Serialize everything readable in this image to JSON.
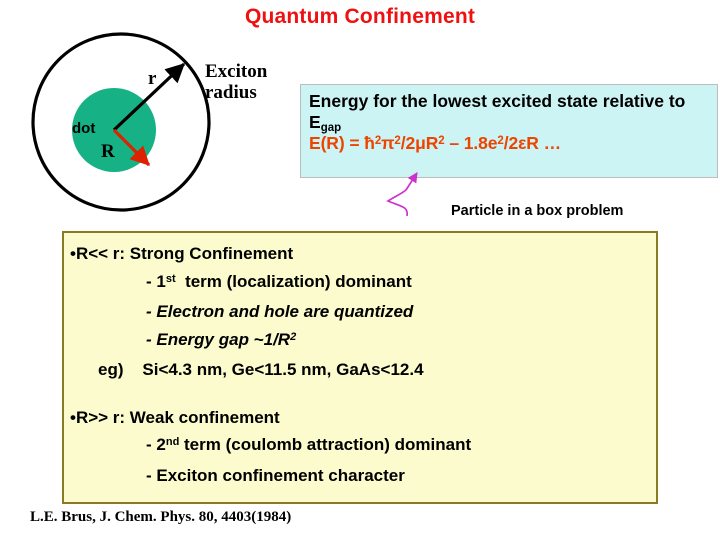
{
  "slide": {
    "title": "Quantum Confinement",
    "citation": "L.E. Brus, J. Chem. Phys. 80, 4403(1984)"
  },
  "colors": {
    "title_red": "#ee1111",
    "dot_green": "#16b184",
    "formula_orange": "#ee4400",
    "energy_box_bg": "#cdf4f5",
    "yellow_box_bg": "#fbfbcd",
    "yellow_box_border": "#8a7a22",
    "radius_arrow_red": "#dd2200",
    "squiggle_magenta": "#cc33cc"
  },
  "diagram": {
    "outer_circle_label": "r",
    "exciton_label_line1": "Exciton",
    "exciton_label_line2": "radius",
    "dot_label": "dot",
    "dot_radius_label": "R"
  },
  "energy_box": {
    "heading_part1": "Energy for the lowest excited state relative to E",
    "heading_sub": "gap",
    "formula": {
      "lhs": "E(R) = ",
      "t1_base": "ħ",
      "t1_sup": "2",
      "t2_base": "π",
      "t2_sup": "2",
      "t3": "/2μR",
      "t3_sup": "2",
      "op": " – ",
      "t4": "1.8e",
      "t4_sup": "2",
      "t5": "/2εR",
      "ellipsis": "  …"
    },
    "formula_plain": "E(R) = ħ2π2/2μR2 – 1.8e2/2εR …"
  },
  "annotation": {
    "particle_note": "Particle in a box problem"
  },
  "yellow_box": {
    "lines": [
      {
        "text": "•R<< r: Strong Confinement",
        "indent": "ind0",
        "italic": false
      },
      {
        "text": "- 1st  term (localization) dominant",
        "indent": "ind2",
        "italic": false
      },
      {
        "text": "- Electron and hole are quantized",
        "indent": "ind2",
        "italic": true
      },
      {
        "text": "- Energy gap ~1/R2",
        "indent": "ind2",
        "italic": true
      },
      {
        "text": "eg)    Si<4.3 nm, Ge<11.5 nm, GaAs<12.4",
        "indent": "ind3",
        "italic": false
      },
      {
        "text": "•R>> r: Weak confinement",
        "indent": "ind0",
        "italic": false
      },
      {
        "text": "- 2nd term (coulomb attraction) dominant",
        "indent": "ind2",
        "italic": false
      },
      {
        "text": "- Exciton confinement character",
        "indent": "ind2",
        "italic": false
      }
    ],
    "line1": "•R<< r: Strong Confinement",
    "line2_pre": "- 1",
    "line2_sup": "st",
    "line2_post": "  term (localization) dominant",
    "line3": "- Electron and hole are quantized",
    "line4_pre": "- Energy gap ~1/R",
    "line4_sup": "2",
    "line5": "eg)    Si<4.3 nm, Ge<11.5 nm, GaAs<12.4",
    "line6": "•R>> r: Weak confinement",
    "line7_pre": "- 2",
    "line7_sup": "nd",
    "line7_post": " term (coulomb attraction) dominant",
    "line8": "- Exciton confinement character"
  }
}
